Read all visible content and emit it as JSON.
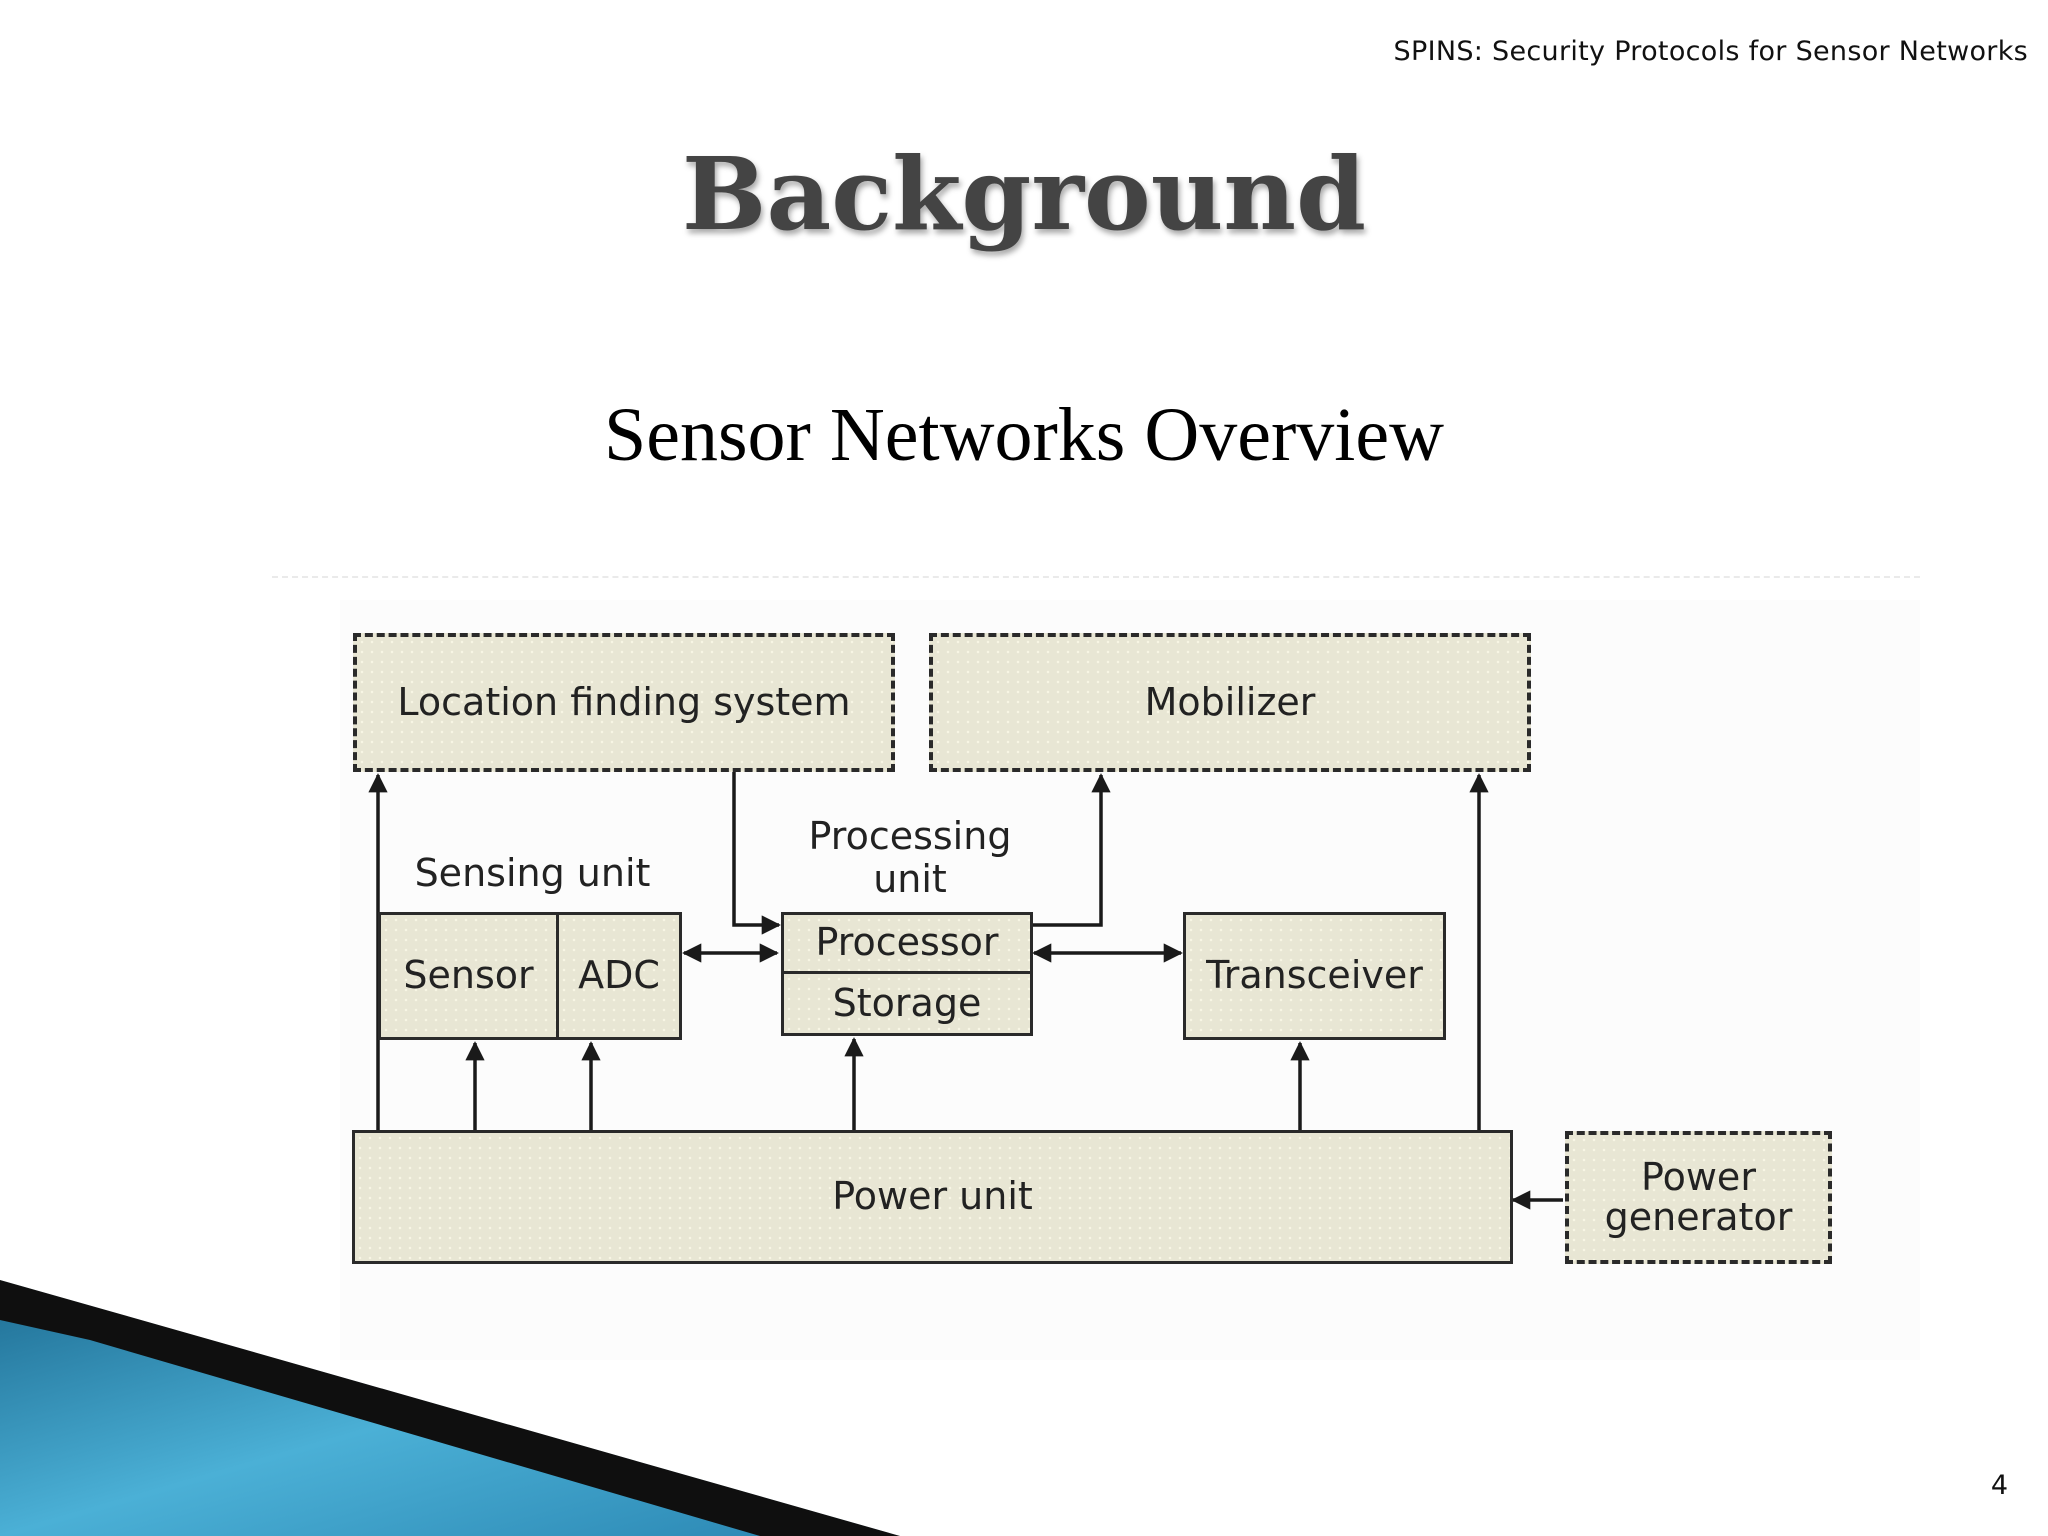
{
  "header": {
    "text": "SPINS: Security Protocols for Sensor Networks"
  },
  "slide": {
    "title": "Background",
    "subtitle": "Sensor Networks Overview",
    "page_number": "4"
  },
  "diagram": {
    "location_finding_system": "Location finding system",
    "mobilizer": "Mobilizer",
    "processing_unit_label": "Processing unit",
    "sensing_unit_label": "Sensing unit",
    "sensor": "Sensor",
    "adc": "ADC",
    "processor": "Processor",
    "storage": "Storage",
    "transceiver": "Transceiver",
    "power_unit": "Power unit",
    "power_generator": "Power generator"
  },
  "colors": {
    "box_fill": "#e8e6d4",
    "border": "#2a2a2a",
    "accent_blue": "#2f8fb8"
  }
}
